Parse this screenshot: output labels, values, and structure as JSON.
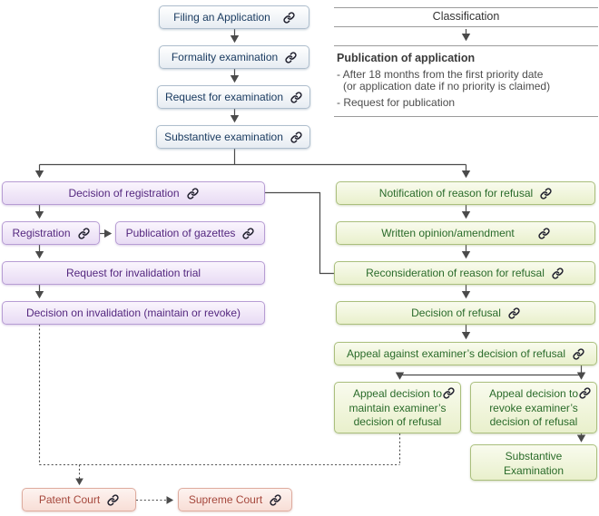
{
  "nodes": {
    "filing": {
      "label": "Filing an Application"
    },
    "formality": {
      "label": "Formality examination"
    },
    "request_exam": {
      "label": "Request for examination"
    },
    "substantive_exam": {
      "label": "Substantive examination"
    },
    "decision_registration": {
      "label": "Decision of registration"
    },
    "registration": {
      "label": "Registration"
    },
    "publication_gazettes": {
      "label": "Publication of gazettes"
    },
    "request_invalidation": {
      "label": "Request for invalidation trial"
    },
    "decision_invalidation": {
      "label": "Decision on invalidation (maintain or revoke)"
    },
    "notification_refusal": {
      "label": "Notification of reason for refusal"
    },
    "written_opinion": {
      "label": "Written opinion/amendment"
    },
    "reconsideration": {
      "label": "Reconsideration of reason for refusal"
    },
    "decision_refusal": {
      "label": "Decision of refusal"
    },
    "appeal_against": {
      "label": "Appeal against examiner’s decision of refusal"
    },
    "appeal_maintain": {
      "lines": [
        "Appeal decision to",
        "maintain examiner’s",
        "decision of refusal"
      ]
    },
    "appeal_revoke": {
      "lines": [
        "Appeal decision to",
        "revoke examiner’s",
        "decision of refusal"
      ]
    },
    "substantive_examination": {
      "lines": [
        "Substantive",
        "Examination"
      ]
    },
    "patent_court": {
      "label": "Patent Court"
    },
    "supreme_court": {
      "label": "Supreme Court"
    }
  },
  "info_panel": {
    "classification": "Classification",
    "publication_title": "Publication of application",
    "bullet_1": "- After 18 months from the first priority date",
    "bullet_1_cont": "(or application date if no priority is claimed)",
    "bullet_2": "- Request for publication"
  },
  "icons": {
    "link": "chain-link-icon"
  },
  "colors": {
    "blue_text": "#1b3c61",
    "purple_text": "#54277f",
    "green_text": "#2a6b2a",
    "pink_text": "#a5473c",
    "connector_line": "#4a4a4a",
    "separator_line": "#9b9b9b"
  }
}
